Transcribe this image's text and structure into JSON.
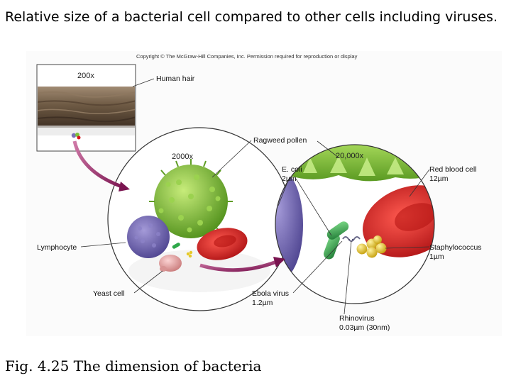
{
  "page": {
    "title": "Relative size of a bacterial cell compared to other cells including viruses.",
    "caption": "Fig. 4.25 The dimension of bacteria"
  },
  "figure": {
    "copyright": "Copyright © The McGraw-Hill Companies, Inc. Permission required for reproduction or display",
    "panels": {
      "hair_magnification": "200x",
      "middle_magnification": "2000x",
      "right_magnification": "20,000x"
    },
    "labels": {
      "human_hair": "Human hair",
      "ragweed_pollen": "Ragweed pollen",
      "ecoli_name": "E. coli",
      "ecoli_size": "2µm",
      "red_blood_cell_name": "Red blood cell",
      "red_blood_cell_size": "12µm",
      "lymphocyte": "Lymphocyte",
      "staphylococcus_name": "Staphylococcus",
      "staphylococcus_size": "1µm",
      "yeast_cell": "Yeast cell",
      "ebola_name": "Ebola virus",
      "ebola_size": "1.2µm",
      "rhinovirus_name": "Rhinovirus",
      "rhinovirus_size": "0.03µm (30nm)"
    },
    "colors": {
      "pollen": "#7cc23a",
      "red_blood_cell": "#d8161b",
      "lymphocyte": "#7a6fb8",
      "ecoli": "#2ea84a",
      "staphylococcus": "#e6c928",
      "yeast": "#e9a9a9",
      "hair": "#6e5a44",
      "arrow": "#8b1c5e"
    }
  }
}
